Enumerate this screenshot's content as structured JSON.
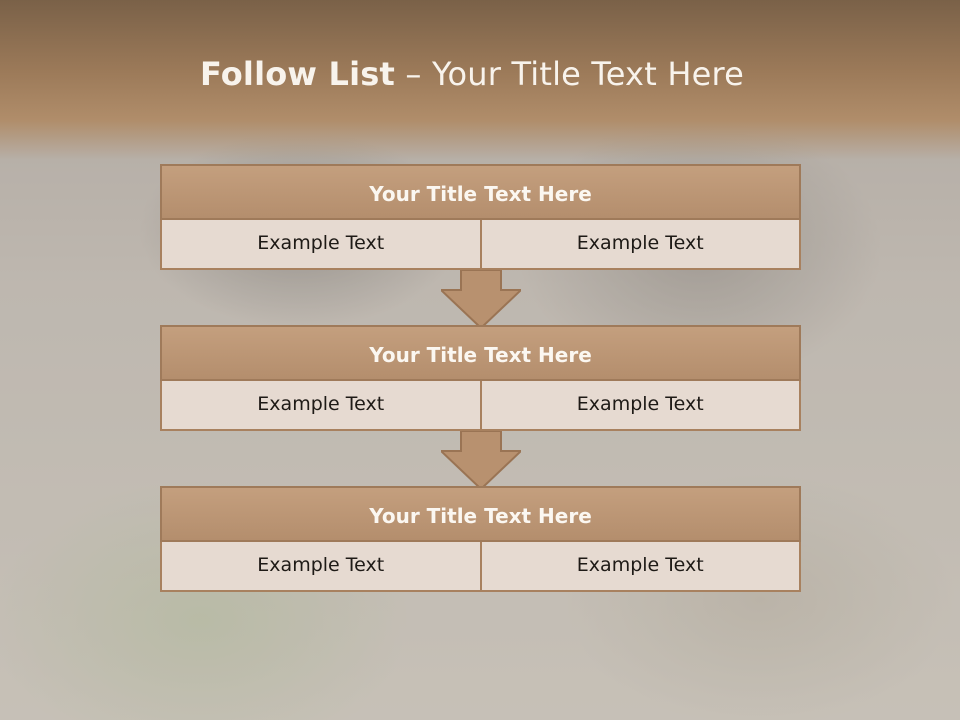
{
  "slide": {
    "title_bold": "Follow List",
    "title_rest": " – Your Title Text Here"
  },
  "blocks": [
    {
      "title": "Your Title Text Here",
      "left": "Example Text",
      "right": "Example Text"
    },
    {
      "title": "Your Title Text Here",
      "left": "Example Text",
      "right": "Example Text"
    },
    {
      "title": "Your Title Text Here",
      "left": "Example Text",
      "right": "Example Text"
    }
  ],
  "colors": {
    "header": "#9c7a59",
    "block_title": "#b48e6d",
    "cell": "#e6dad1",
    "border": "#a8815f",
    "arrow": "#b8916f"
  },
  "icons": [
    "down-arrow-icon"
  ]
}
